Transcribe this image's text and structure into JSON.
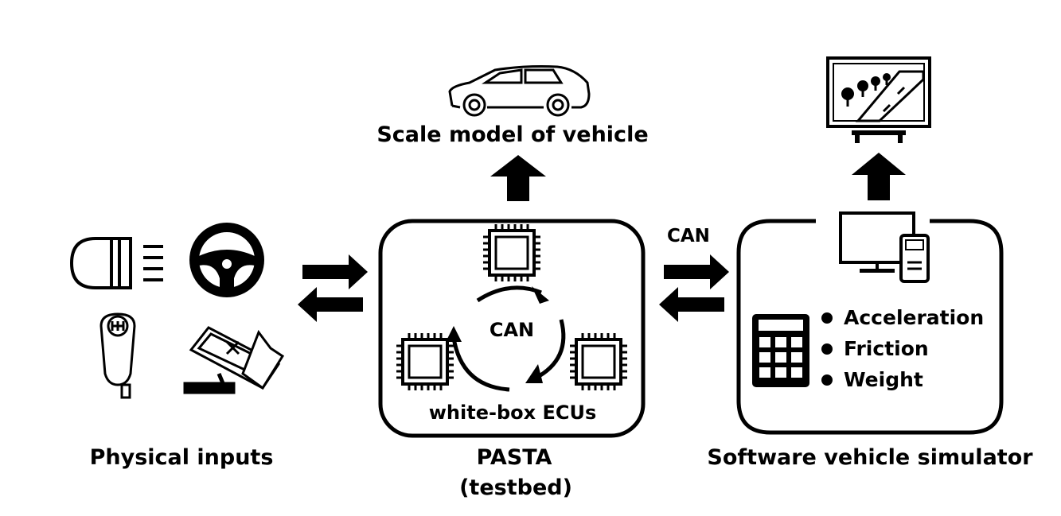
{
  "labels": {
    "scale_model": "Scale model of vehicle",
    "physical_inputs": "Physical inputs",
    "pasta": "PASTA",
    "testbed": "(testbed)",
    "software_sim": "Software vehicle simulator",
    "can_external": "CAN",
    "can_internal": "CAN",
    "white_box": "white-box ECUs"
  },
  "simulator_params": [
    "Acceleration",
    "Friction",
    "Weight"
  ],
  "icons": {
    "headlight": "headlight-icon",
    "steering_wheel": "steering-wheel-icon",
    "gear_shift": "gear-shift-icon",
    "pedal": "pedal-icon",
    "car": "car-icon",
    "display": "display-screen-icon",
    "ecu_chip": "ecu-chip-icon",
    "computer": "computer-icon",
    "calculator": "calculator-icon"
  },
  "colors": {
    "stroke": "#000000",
    "background": "#ffffff"
  }
}
